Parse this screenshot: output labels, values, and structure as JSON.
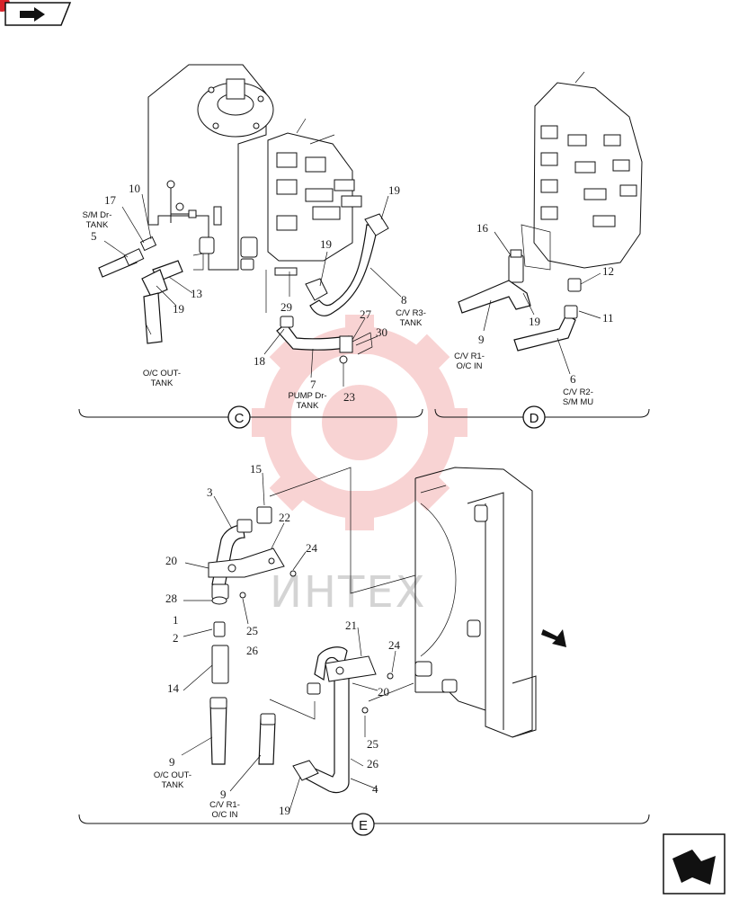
{
  "nav": {
    "top_left_icon": "forward-arrow-icon",
    "bottom_right_icon": "next-page-arrow-icon"
  },
  "watermark": {
    "text": "ИНТЕХ",
    "color": "#e43b3b"
  },
  "sections": [
    {
      "id": "C"
    },
    {
      "id": "D"
    },
    {
      "id": "E"
    }
  ],
  "callouts": {
    "c": [
      "17",
      "10",
      "5",
      "13",
      "19",
      "29",
      "19",
      "19",
      "8",
      "27",
      "30",
      "18",
      "7",
      "23"
    ],
    "d": [
      "16",
      "12",
      "19",
      "11",
      "9",
      "6"
    ],
    "e": [
      "15",
      "3",
      "22",
      "20",
      "24",
      "28",
      "1",
      "2",
      "25",
      "26",
      "14",
      "21",
      "24",
      "20",
      "9",
      "9",
      "25",
      "26",
      "4",
      "19"
    ]
  },
  "captions": {
    "sm_dr_tank": [
      "S/M Dr-",
      "TANK"
    ],
    "cv_r3_tank": [
      "C/V R3-",
      "TANK"
    ],
    "oc_out_tank_c": [
      "O/C OUT-",
      "TANK"
    ],
    "pump_dr_tank": [
      "PUMP Dr-",
      "TANK"
    ],
    "cv_r1_oc_in_d": [
      "C/V R1-",
      "O/C IN"
    ],
    "cv_r2_sm_mu": [
      "C/V R2-",
      "S/M MU"
    ],
    "oc_out_tank_e": [
      "O/C OUT-",
      "TANK"
    ],
    "cv_r1_oc_in_e": [
      "C/V R1-",
      "O/C IN"
    ]
  }
}
